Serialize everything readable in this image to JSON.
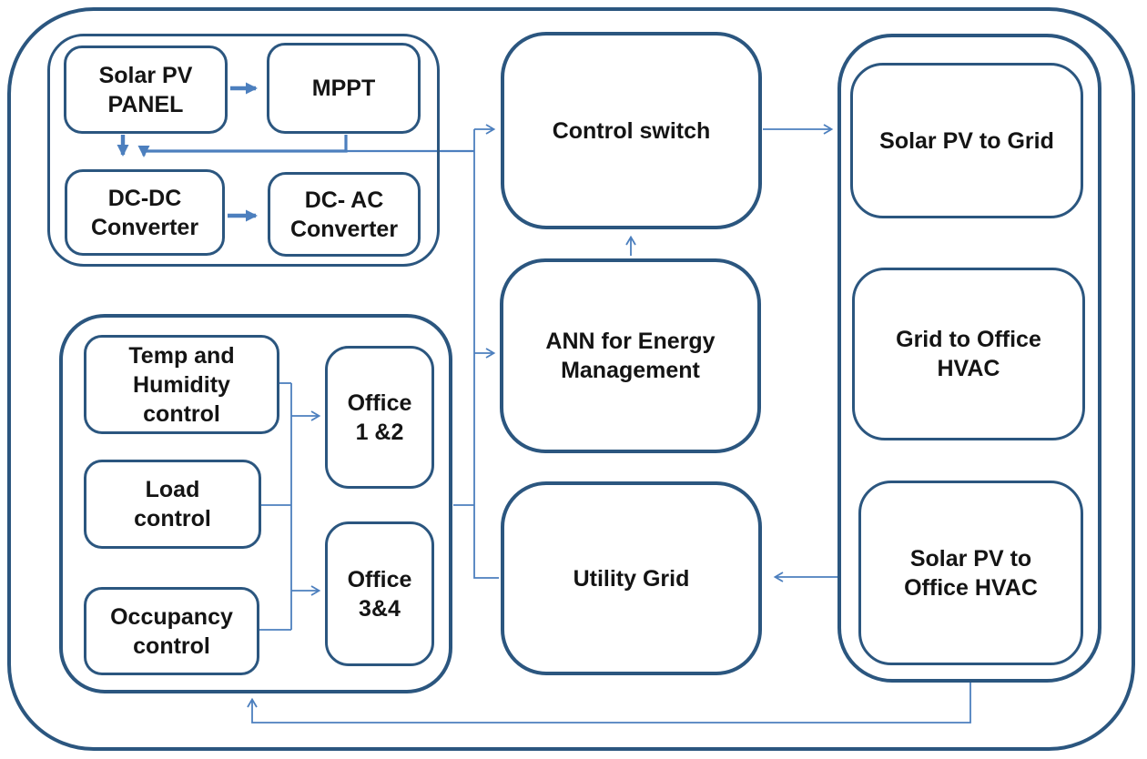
{
  "diagram": {
    "type": "block-diagram",
    "subject": "Solar PV with ANN energy management for office HVAC",
    "colors": {
      "box_border": "#2B567F",
      "connector": "#4C7FBE",
      "text": "#141414",
      "background": "#FFFFFF"
    },
    "nodes": {
      "solar_pv_panel": "Solar PV\nPANEL",
      "mppt": "MPPT",
      "dc_dc_converter": "DC-DC\nConverter",
      "dc_ac_converter": "DC- AC\nConverter",
      "control_switch": "Control switch",
      "ann_energy_management": "ANN for Energy\nManagement",
      "utility_grid": "Utility Grid",
      "solar_pv_to_grid": "Solar PV to Grid",
      "grid_to_office_hvac": "Grid to Office\nHVAC",
      "solar_pv_to_office_hvac": "Solar PV to\nOffice HVAC",
      "temp_humidity_control": "Temp and\nHumidity\ncontrol",
      "load_control": "Load\ncontrol",
      "occupancy_control": "Occupancy\ncontrol",
      "office_1_2": "Office\n1 &2",
      "office_3_4": "Office\n3&4"
    },
    "connections": [
      "Solar PV PANEL -> MPPT",
      "Solar PV PANEL -> DC-DC Converter",
      "MPPT -> DC-DC Converter",
      "DC-DC Converter -> DC- AC Converter",
      "PV group -> Control switch",
      "PV group -> ANN for Energy Management",
      "Office control group -> central bus",
      "Central bus -> Utility Grid",
      "ANN for Energy Management -> Control switch",
      "Control switch -> operating modes group",
      "Operating modes group -> Utility Grid",
      "Operating modes group -> Office control group (feedback)",
      "Temp and Humidity control -> Office 1 &2",
      "Load control -> office bus",
      "Occupancy control -> office bus",
      "Office bus -> Office 3&4"
    ]
  }
}
